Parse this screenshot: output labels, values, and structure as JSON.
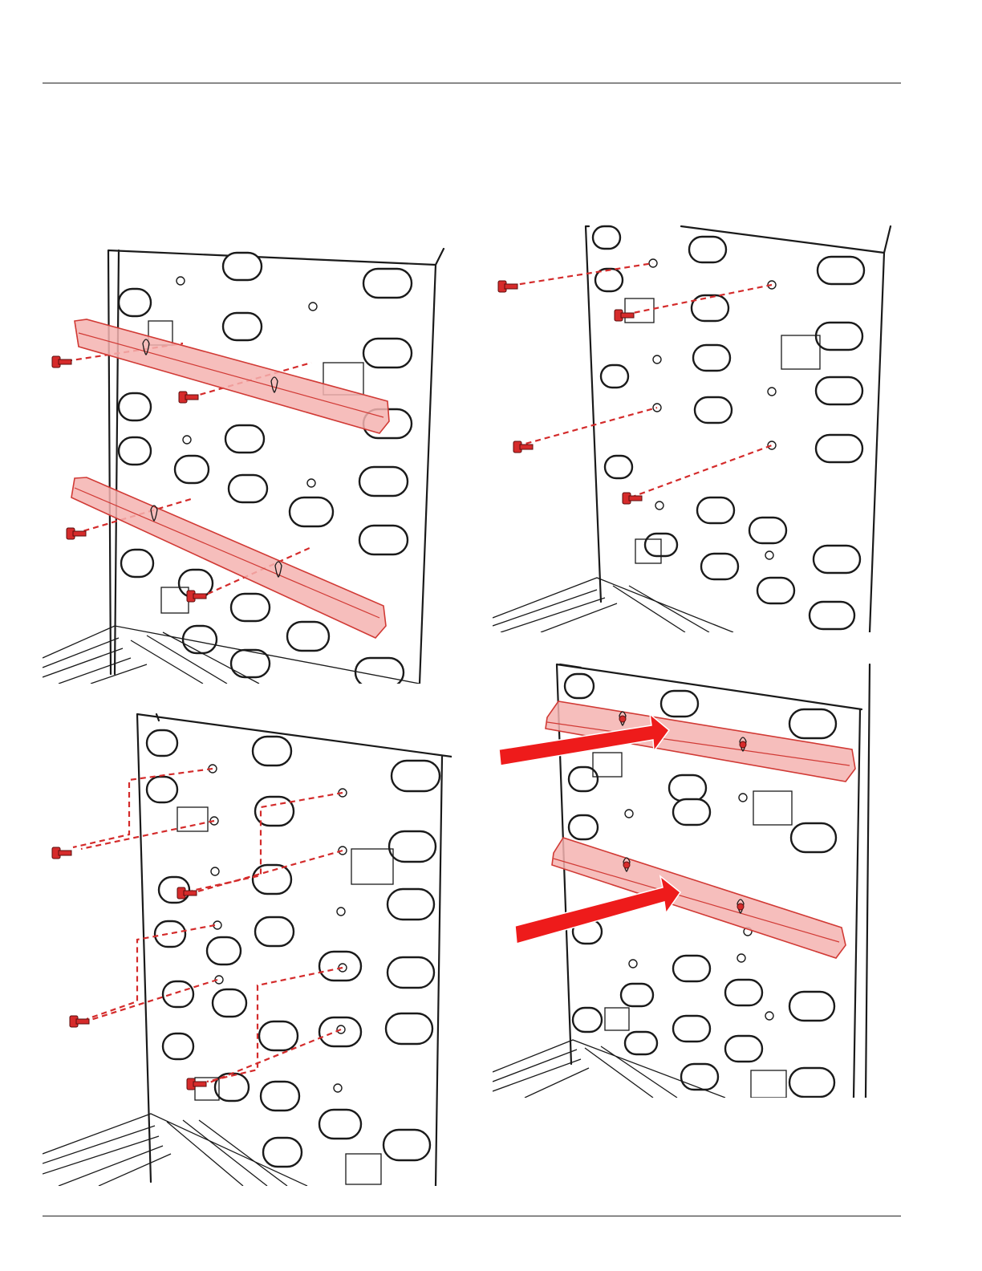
{
  "document": {
    "panels": [
      {
        "id": "remove-rails",
        "arrows": "none"
      },
      {
        "id": "remove-screws",
        "arrows": "none"
      },
      {
        "id": "reposition-screws",
        "arrows": "none"
      },
      {
        "id": "install-rails",
        "arrows": "push-direction"
      }
    ]
  },
  "colors": {
    "accent": "#d62b2b",
    "rail_fill": "#f4b3b0",
    "arrow": "#ee1b1b",
    "line": "#1a1a1a"
  },
  "icons": [
    "screw-icon",
    "rail-icon",
    "direction-arrow-icon"
  ]
}
